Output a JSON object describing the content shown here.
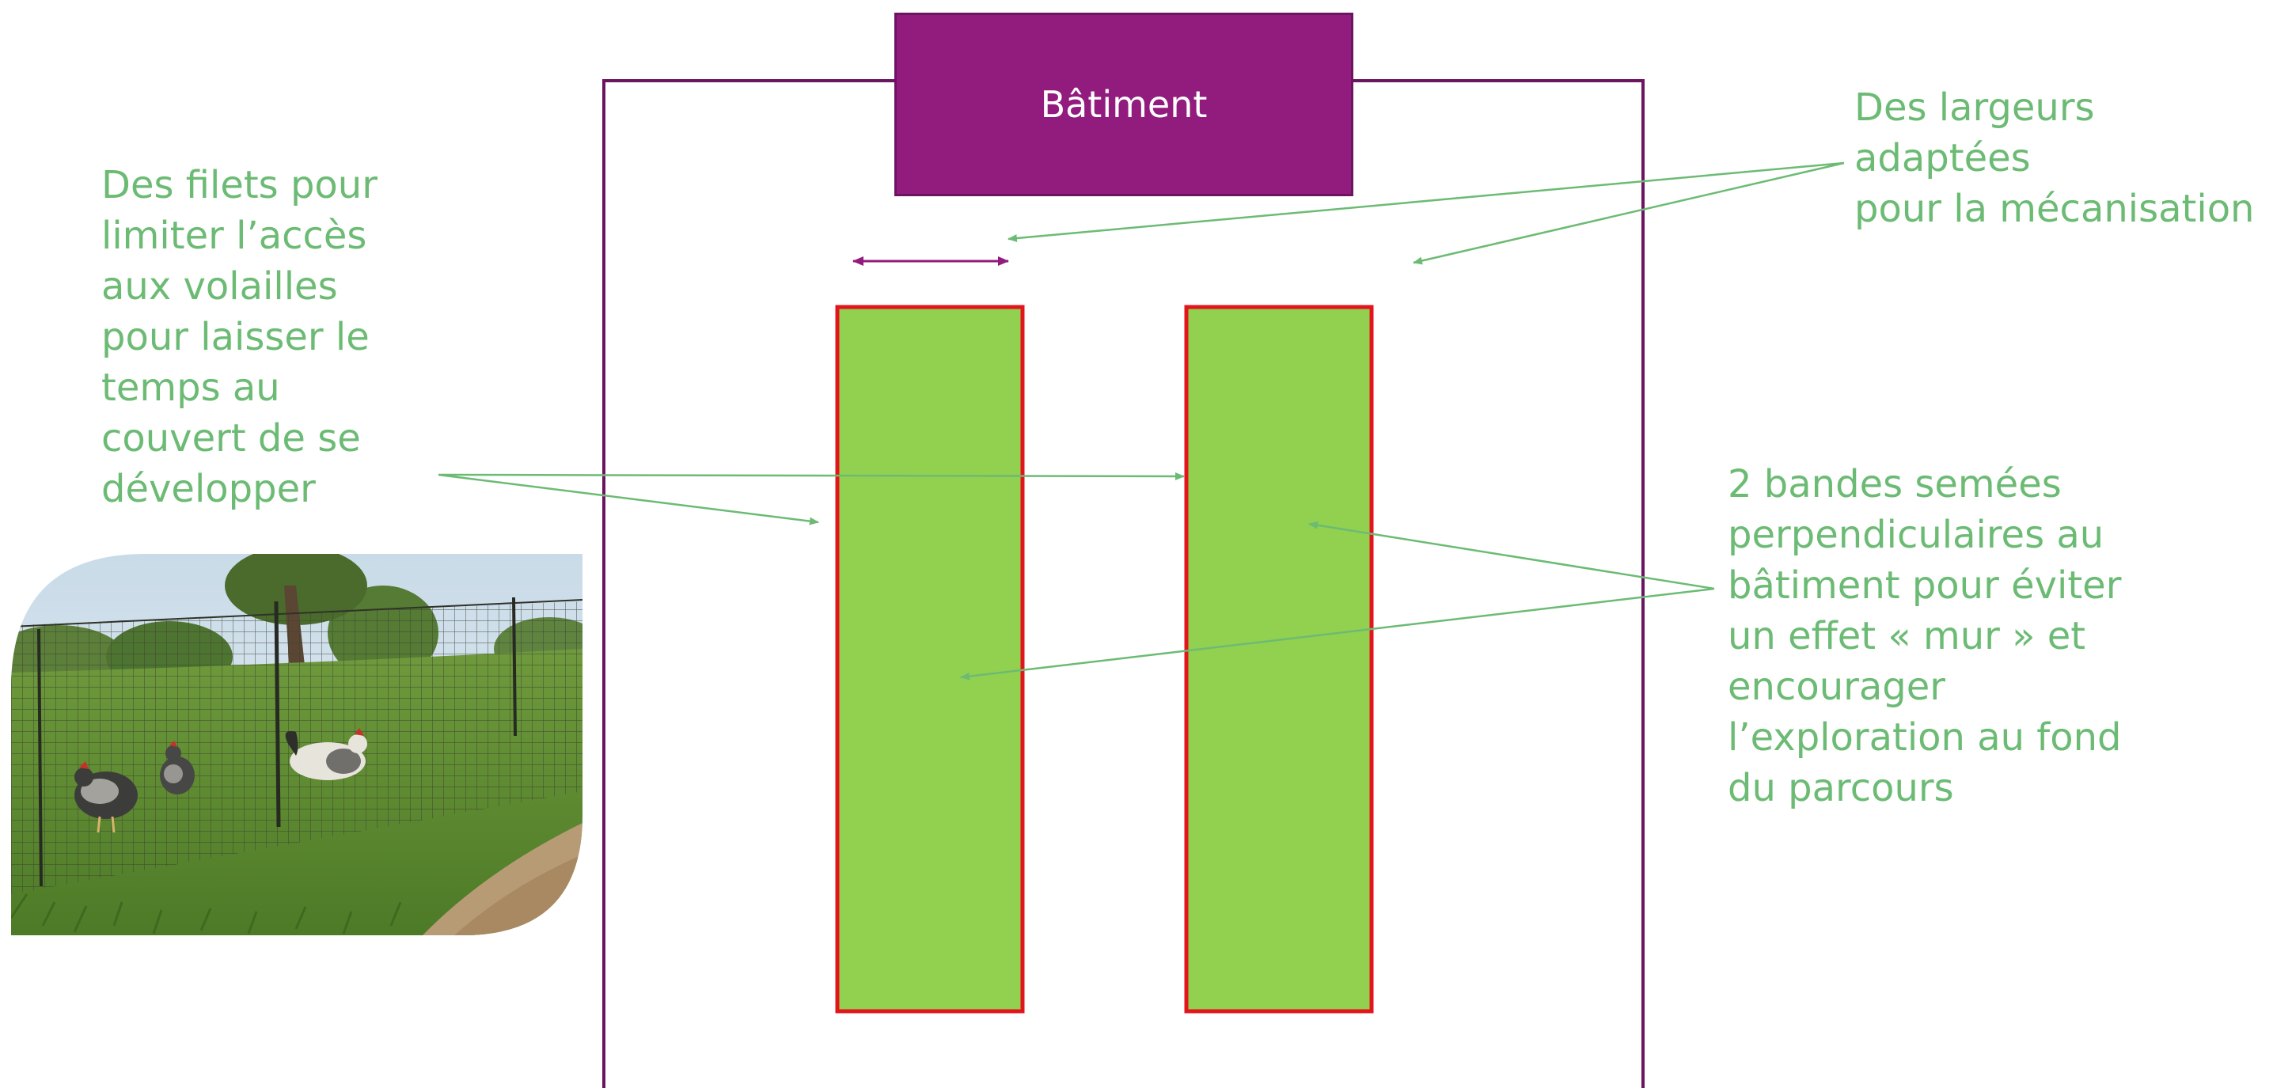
{
  "batiment": {
    "label": "Bâtiment"
  },
  "notes": {
    "filets": "Des filets pour\nlimiter l’accès\naux volailles\npour laisser le\ntemps au\ncouvert de se\ndévelopper",
    "largeurs": "Des largeurs adaptées\npour la mécanisation",
    "bandes": "2 bandes semées\nperpendiculaires au\nbâtiment pour éviter\nun effet « mur » et\nencourager\nl’exploration au fond\ndu parcours"
  },
  "photo": {
    "subject": "chickens-behind-net-fence"
  },
  "colors": {
    "enclosure": "#6b1460",
    "building": "#921b7e",
    "strip_fill": "#92d050",
    "strip_border": "#e3141b",
    "annotation": "#6cbb74"
  },
  "strips": {
    "count": 2
  }
}
